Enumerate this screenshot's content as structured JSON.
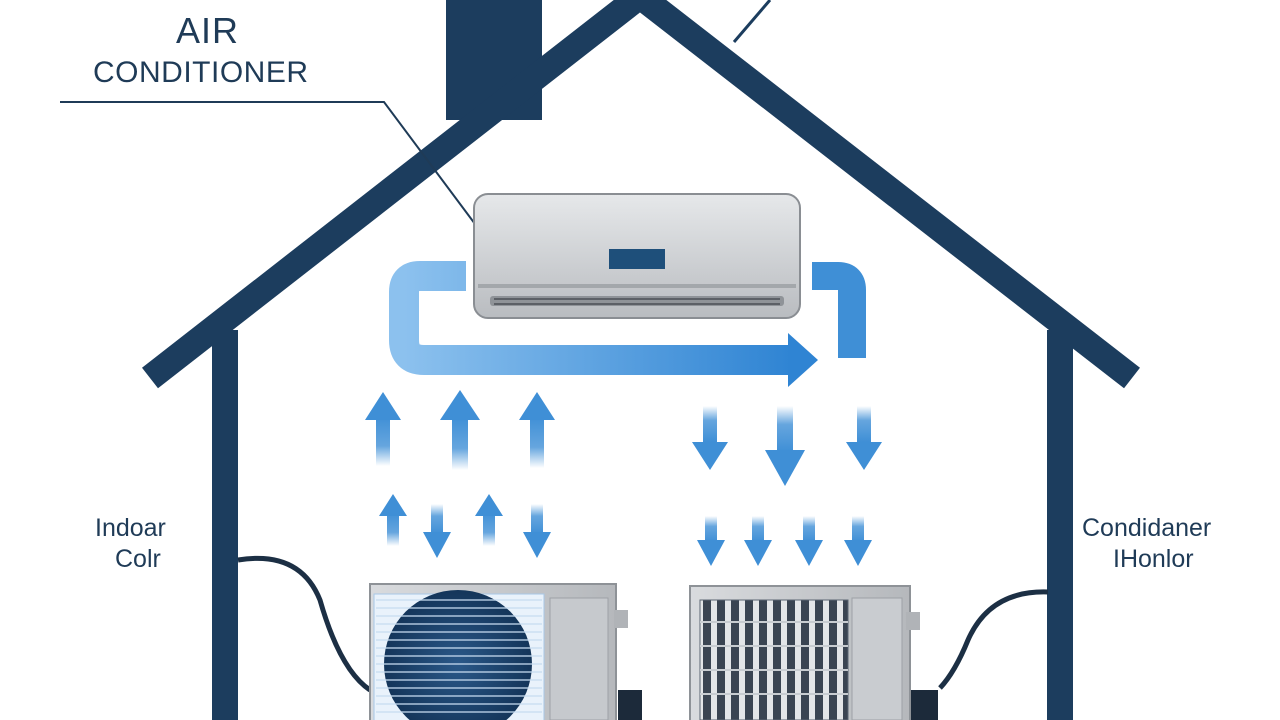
{
  "title": {
    "line1": "AIR",
    "line2": "CONDITIONER"
  },
  "left_label": {
    "line1": "Indoar",
    "line2": "Colr"
  },
  "right_label": {
    "line1": "Condidaner",
    "line2": "IHonlor"
  },
  "colors": {
    "house_outline": "#1c3d5e",
    "airflow": "#3f8fd6",
    "unit_body": "#cdcfd2",
    "unit_display": "#1e4f7a",
    "fan_blue": "#1d3f66",
    "label_text": "#1f3b57"
  },
  "icons": [
    "house-outline",
    "chimney",
    "indoor-ac-unit",
    "airflow-loop-arrow",
    "up-arrows",
    "down-arrows",
    "outdoor-fan-unit",
    "outdoor-grille-unit"
  ]
}
